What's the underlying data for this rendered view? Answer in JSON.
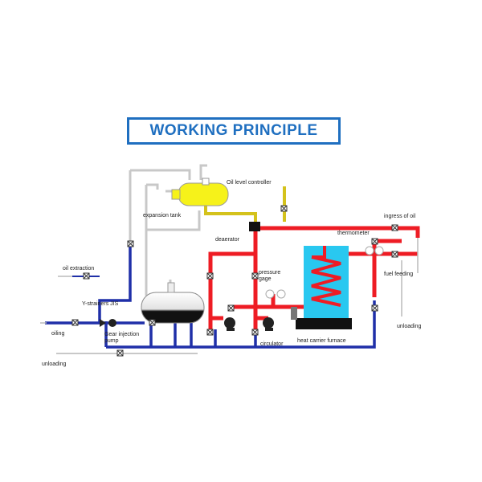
{
  "title": "WORKING PRINCIPLE",
  "labels": {
    "oil_level_controller": "Oil level controller",
    "expansion_tank": "expansion tank",
    "deaerator": "deaerator",
    "ingress_of_oil": "ingress of oil",
    "thermometer": "thermometer",
    "oil_extraction": "oil extraction",
    "pressure_gage": "pressure\ngage",
    "fuel_feeding": "fuel feeding",
    "y_strainers": "Y-strainers JIS",
    "unloading_right": "unloading",
    "oiling": "oiling",
    "gear_injection_pump": "Gear injection\npump",
    "circulator": "circulator",
    "heat_carrier_furnace": "heat carrier furnace",
    "unloading_left": "unloading"
  },
  "colors": {
    "title_blue": "#1f6fc0",
    "hot_pipe": "#ee1c24",
    "return_pipe": "#1f2fa8",
    "vent_pipe": "#c8c8c8",
    "level_pipe": "#d4c21c",
    "expansion_tank_fill": "#f6f21a",
    "furnace_cyan": "#29c8f0",
    "furnace_base": "#111111",
    "storage_tank": "#e6e6e6"
  }
}
